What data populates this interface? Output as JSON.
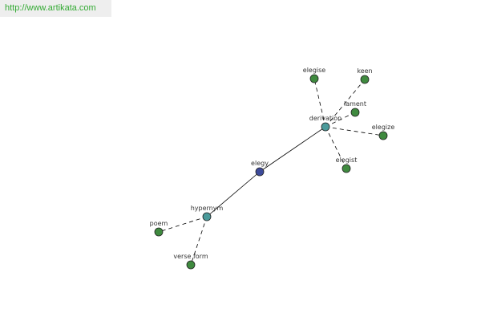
{
  "source_url": "http://www.artikata.com",
  "colors": {
    "center_node": "#3d4a9a",
    "relation_node": "#4a9a9a",
    "leaf_node": "#3f8a3f",
    "source_text": "#33aa33"
  },
  "graph": {
    "center": {
      "label": "elegy",
      "type": "center"
    },
    "relations": [
      {
        "label": "derivation",
        "type": "relation"
      },
      {
        "label": "hypernym",
        "type": "relation"
      }
    ],
    "leaves": [
      {
        "label": "elegise",
        "parent": "derivation"
      },
      {
        "label": "keen",
        "parent": "derivation"
      },
      {
        "label": "lament",
        "parent": "derivation"
      },
      {
        "label": "elegize",
        "parent": "derivation"
      },
      {
        "label": "elegist",
        "parent": "derivation"
      },
      {
        "label": "poem",
        "parent": "hypernym"
      },
      {
        "label": "verse form",
        "parent": "hypernym"
      }
    ]
  }
}
